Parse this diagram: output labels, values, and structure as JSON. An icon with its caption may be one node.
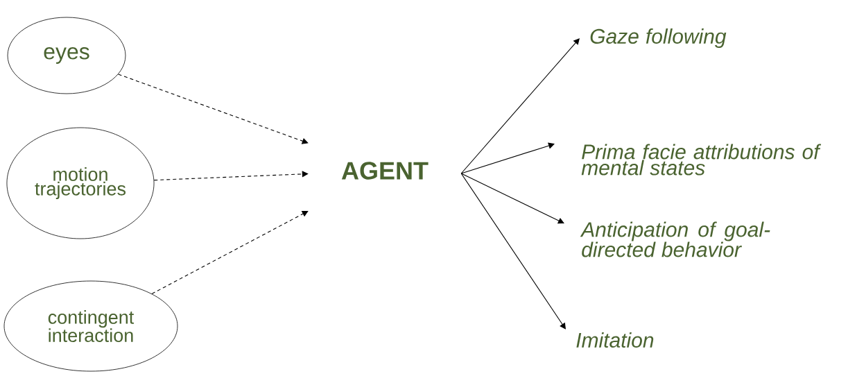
{
  "diagram": {
    "nodes": [
      {
        "text": [
          "eyes"
        ]
      },
      {
        "text": [
          "motion trajectories"
        ]
      },
      {
        "text": [
          "contingent interaction"
        ]
      },
      {
        "text": [
          "AGENT"
        ]
      },
      {
        "text": [
          "Gaze following"
        ]
      },
      {
        "text": [
          "Prima facie attributions of mental states"
        ]
      },
      {
        "text": [
          "Anticipation of goal-directed behavior"
        ]
      },
      {
        "text": [
          "Imitation"
        ]
      }
    ],
    "edges": [
      {
        "from": 0,
        "to": 3,
        "arrow": "to",
        "style": "dashed"
      },
      {
        "from": 1,
        "to": 3,
        "arrow": "to",
        "style": "dashed"
      },
      {
        "from": 2,
        "to": 3,
        "arrow": "to",
        "style": "dashed"
      },
      {
        "from": 3,
        "to": 4,
        "arrow": "to"
      },
      {
        "from": 3,
        "to": 5,
        "arrow": "to"
      },
      {
        "from": 3,
        "to": 6,
        "arrow": "to"
      },
      {
        "from": 3,
        "to": 7,
        "arrow": "to"
      }
    ]
  }
}
